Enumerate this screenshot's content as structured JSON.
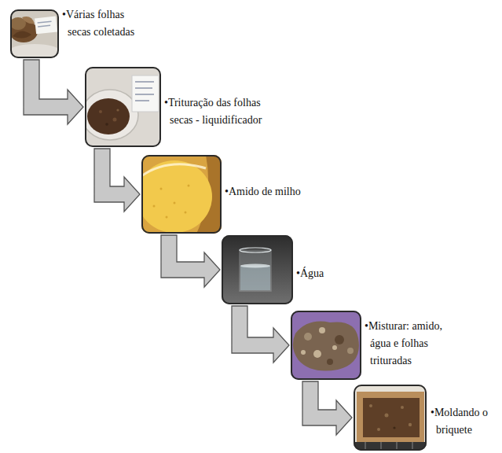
{
  "diagram": {
    "nodes": [
      {
        "text": [
          "•Várias folhas secas coletadas"
        ]
      },
      {
        "text": [
          "•Trituração das folhas secas - liquidificador"
        ]
      },
      {
        "text": [
          "•Amido de milho"
        ]
      },
      {
        "text": [
          "•Água"
        ]
      },
      {
        "text": [
          "•Misturar: amido, água e folhas trituradas"
        ]
      },
      {
        "text": [
          "•Moldando o briquete"
        ]
      }
    ],
    "edges": [
      {
        "from": 0,
        "to": 1,
        "arrow": "to"
      },
      {
        "from": 1,
        "to": 2,
        "arrow": "to"
      },
      {
        "from": 2,
        "to": 3,
        "arrow": "to"
      },
      {
        "from": 3,
        "to": 4,
        "arrow": "to"
      },
      {
        "from": 4,
        "to": 5,
        "arrow": "to"
      }
    ]
  }
}
